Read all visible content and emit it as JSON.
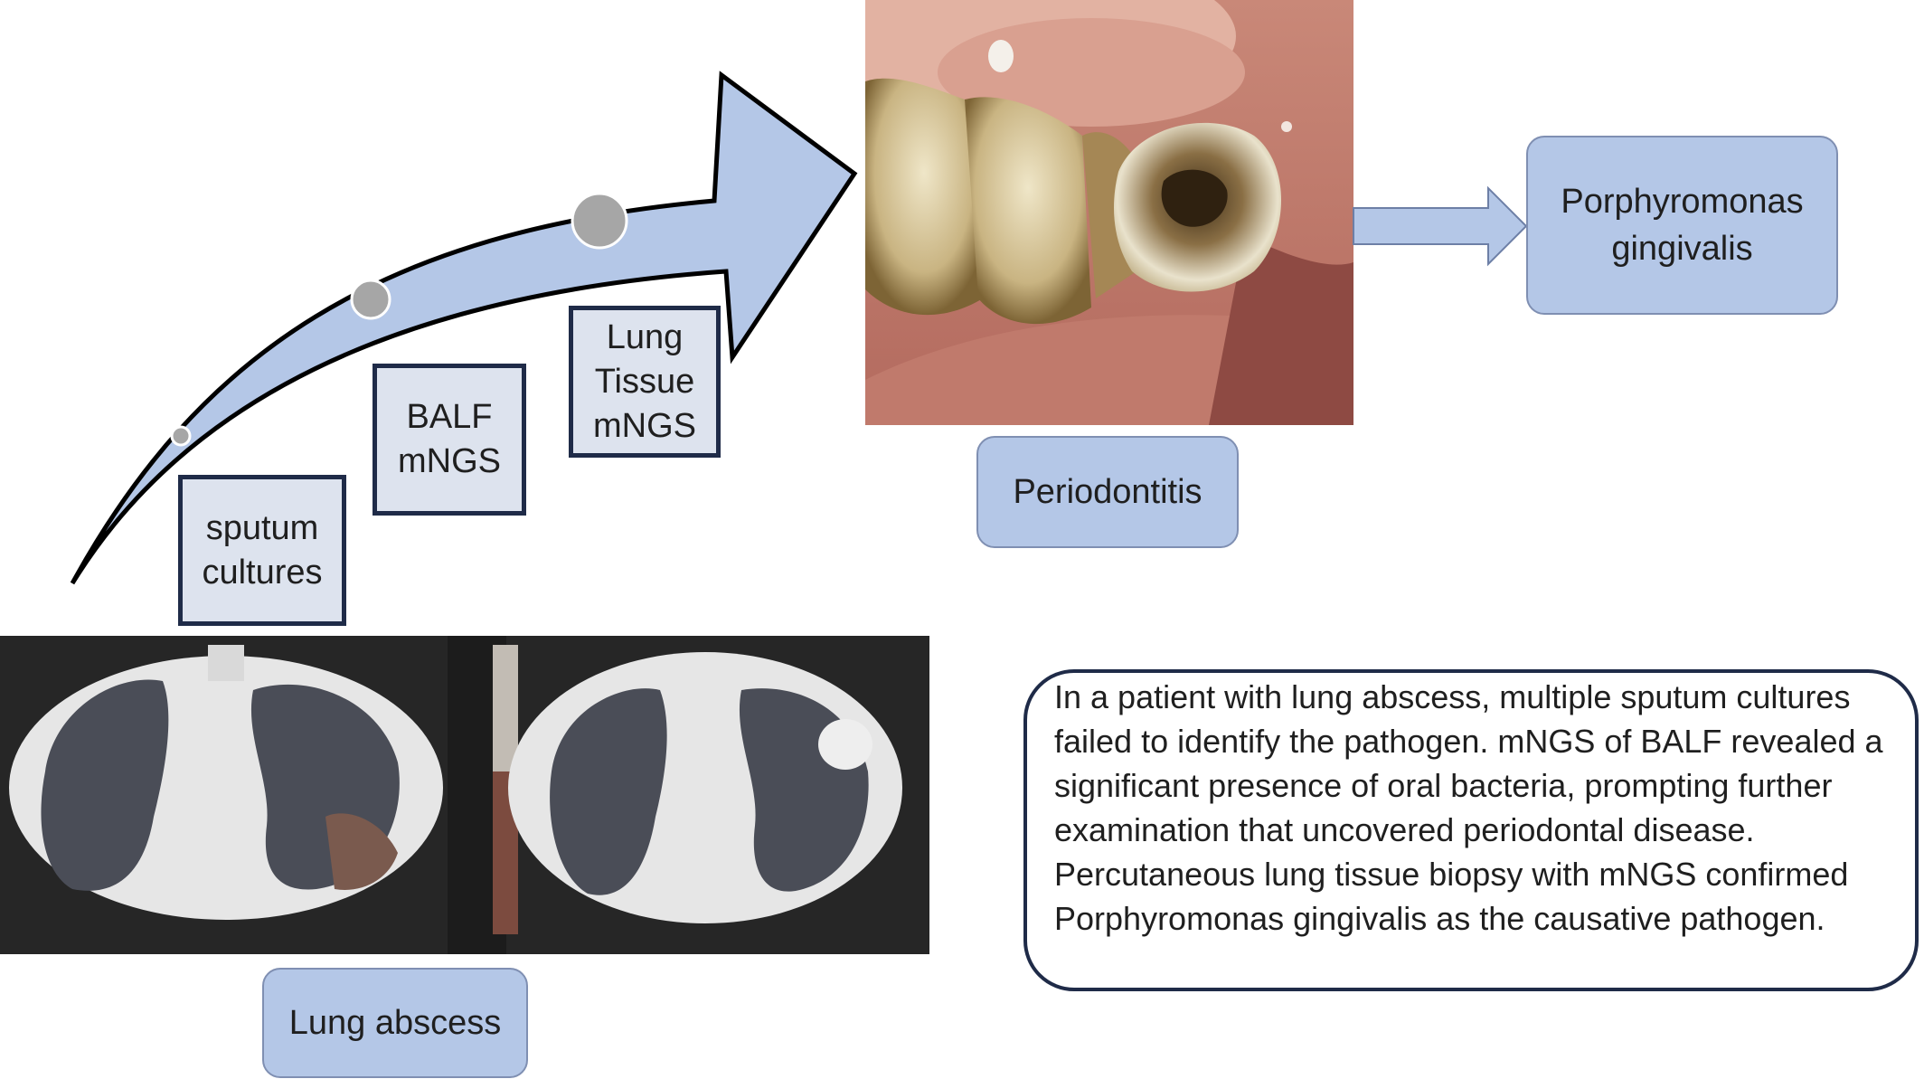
{
  "diagram": {
    "steps": [
      {
        "label": "sputum\ncultures"
      },
      {
        "label": "BALF\nmNGS"
      },
      {
        "label": "Lung\nTissue\nmNGS"
      }
    ],
    "labels": {
      "lung_abscess": "Lung abscess",
      "periodontitis": "Periodontitis",
      "pathogen": "Porphyromonas\ngingivalis"
    },
    "summary": "In a patient with lung abscess, multiple sputum cultures failed to identify the pathogen. mNGS of BALF revealed a significant presence of oral bacteria, prompting further examination that uncovered periodontal disease. Percutaneous lung tissue biopsy with mNGS confirmed Porphyromonas gingivalis as the causative pathogen.",
    "colors": {
      "arrow_fill": "#b4c7e7",
      "arrow_outline": "#000000",
      "box_border": "#1f2b48",
      "label_fill": "#b4c7e7",
      "dot": "#a6a6a6"
    }
  }
}
